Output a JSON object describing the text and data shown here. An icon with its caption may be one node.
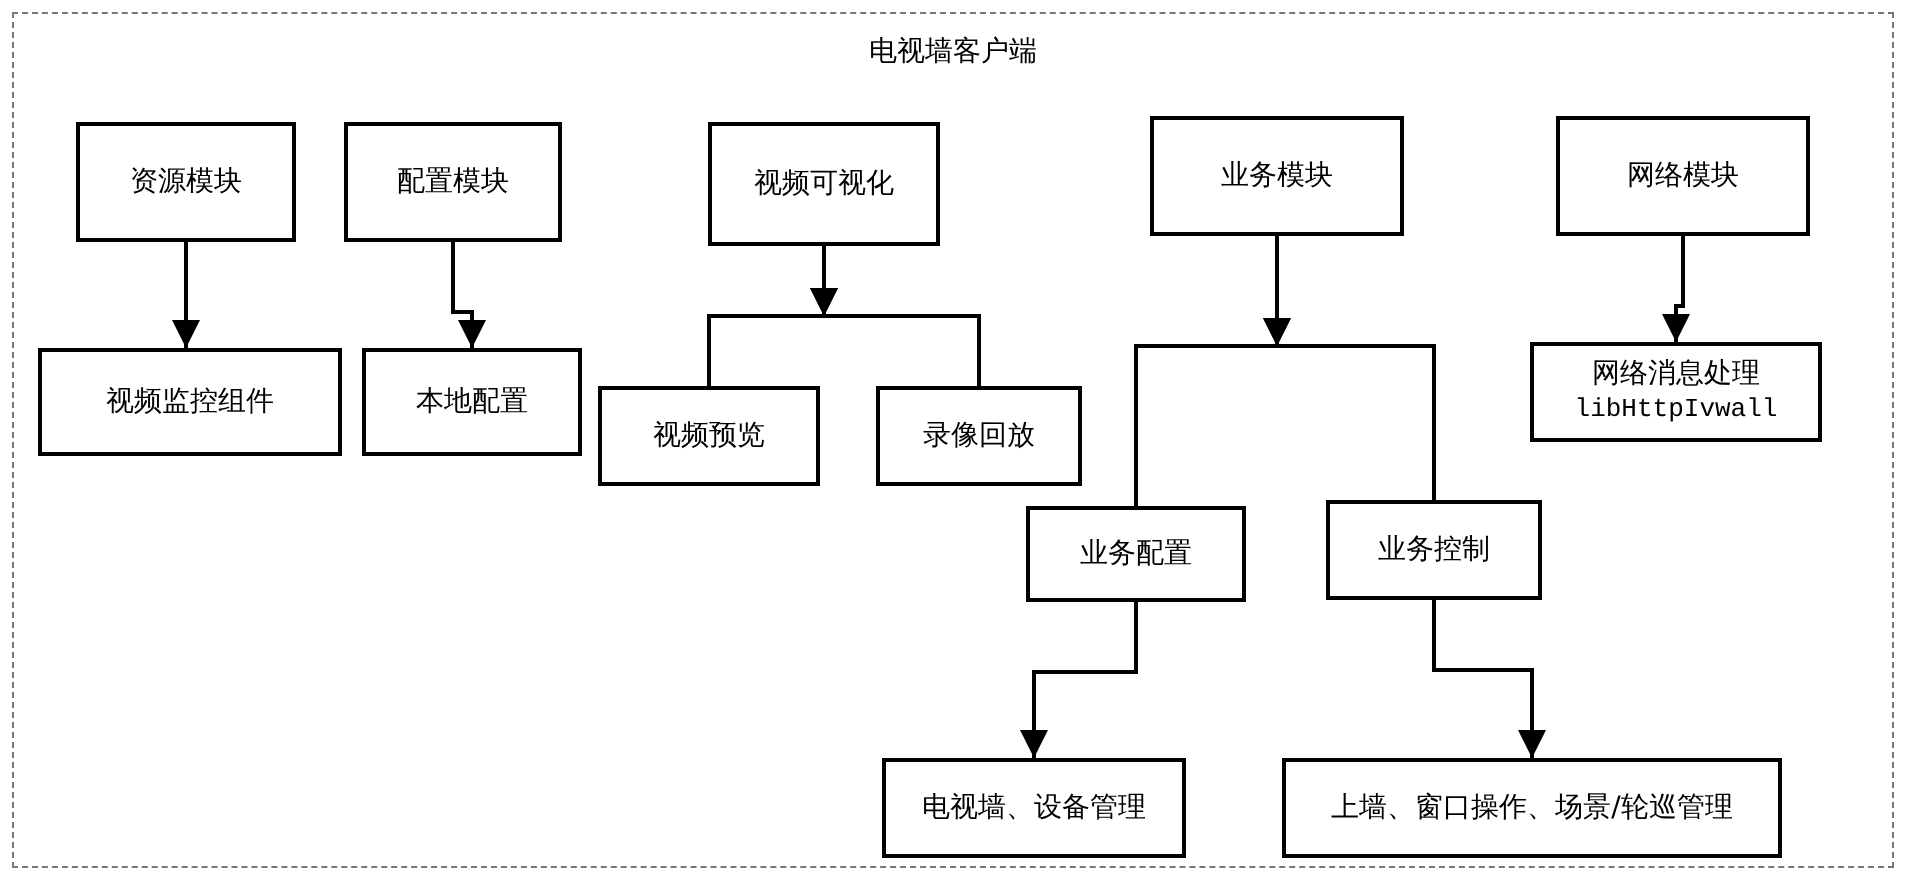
{
  "diagram": {
    "nodes": [
      {
        "text": [
          "电视墙客户端"
        ]
      },
      {
        "text": [
          "资源模块"
        ],
        "in": 0
      },
      {
        "text": [
          "配置模块"
        ],
        "in": 0
      },
      {
        "text": [
          "视频可视化"
        ],
        "in": 0
      },
      {
        "text": [
          "业务模块"
        ],
        "in": 0
      },
      {
        "text": [
          "网络模块"
        ],
        "in": 0
      },
      {
        "text": [
          "视频监控组件"
        ],
        "in": 0
      },
      {
        "text": [
          "本地配置"
        ],
        "in": 0
      },
      {
        "text": [
          "视频预览"
        ],
        "in": 0
      },
      {
        "text": [
          "录像回放"
        ],
        "in": 0
      },
      {
        "text": [
          "网络消息处理",
          "libHttpIvwall"
        ],
        "in": 0
      },
      {
        "text": [
          "业务配置"
        ],
        "in": 0
      },
      {
        "text": [
          "业务控制"
        ],
        "in": 0
      },
      {
        "text": [
          "电视墙、设备管理"
        ],
        "in": 0
      },
      {
        "text": [
          "上墙、窗口操作、场景/轮巡管理"
        ],
        "in": 0
      }
    ],
    "edges": [
      {
        "from": 1,
        "to": 6,
        "arrow": "to"
      },
      {
        "from": 2,
        "to": 7,
        "arrow": "to"
      },
      {
        "from": 3,
        "to": 8,
        "arrow": "to"
      },
      {
        "from": 3,
        "to": 9,
        "arrow": "to"
      },
      {
        "from": 4,
        "to": 11,
        "arrow": "to"
      },
      {
        "from": 4,
        "to": 12,
        "arrow": "to"
      },
      {
        "from": 5,
        "to": 10,
        "arrow": "to"
      },
      {
        "from": 11,
        "to": 13,
        "arrow": "to"
      },
      {
        "from": 12,
        "to": 14,
        "arrow": "to"
      }
    ]
  }
}
